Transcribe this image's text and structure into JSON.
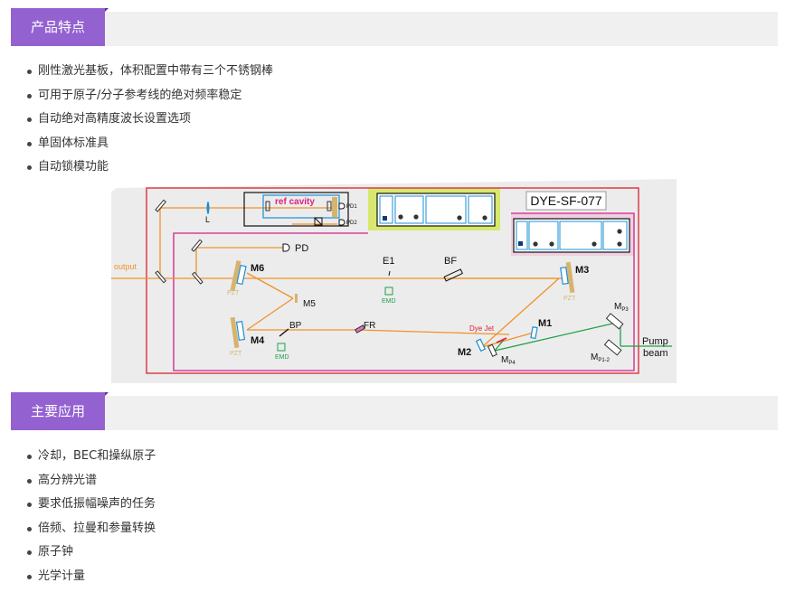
{
  "sections": [
    {
      "title": "产品特点",
      "items": [
        "刚性激光基板，体积配置中带有三个不锈钢棒",
        "可用于原子/分子参考线的绝对频率稳定",
        "自动绝对高精度波长设置选项",
        "单固体标准具",
        "自动锁模功能"
      ]
    },
    {
      "title": "主要应用",
      "items": [
        "冷却，BEC和操纵原子",
        "高分辨光谱",
        "要求低振幅噪声的任务",
        "倍频、拉曼和参量转换",
        "原子钟",
        "光学计量"
      ]
    }
  ],
  "diagram": {
    "model_label": "DYE-SF-077",
    "ref_cavity_label": "ref cavity",
    "labels": {
      "output": "output",
      "L": "L",
      "PD1": "PD1",
      "PD2": "PD2",
      "PD": "PD",
      "M6": "M6",
      "M5": "M5",
      "M4": "M4",
      "M3": "M3",
      "M2": "M2",
      "M1": "M1",
      "E1": "E1",
      "BF": "BF",
      "BP": "BP",
      "FR": "FR",
      "PZT": "PZT",
      "EMD": "EMD",
      "dye_jet": "Dye Jet",
      "MP3": "P3",
      "MP12": "P1-2",
      "MP4": "P4",
      "M": "M",
      "pump": "Pump",
      "beam": "beam"
    },
    "colors": {
      "outer_frame": "#d9232e",
      "inner_frame": "#d2208a",
      "laser_beam": "#f0922a",
      "pump_beam": "#1fa14a",
      "ref_cavity_text": "#e0207f",
      "pzt": "#d6b46e",
      "optic_blue": "#1a8fd6",
      "dye_jet_text": "#e02030",
      "controller1_bg": "#d8e86e",
      "controller2_bg": "#efcfe0"
    }
  }
}
